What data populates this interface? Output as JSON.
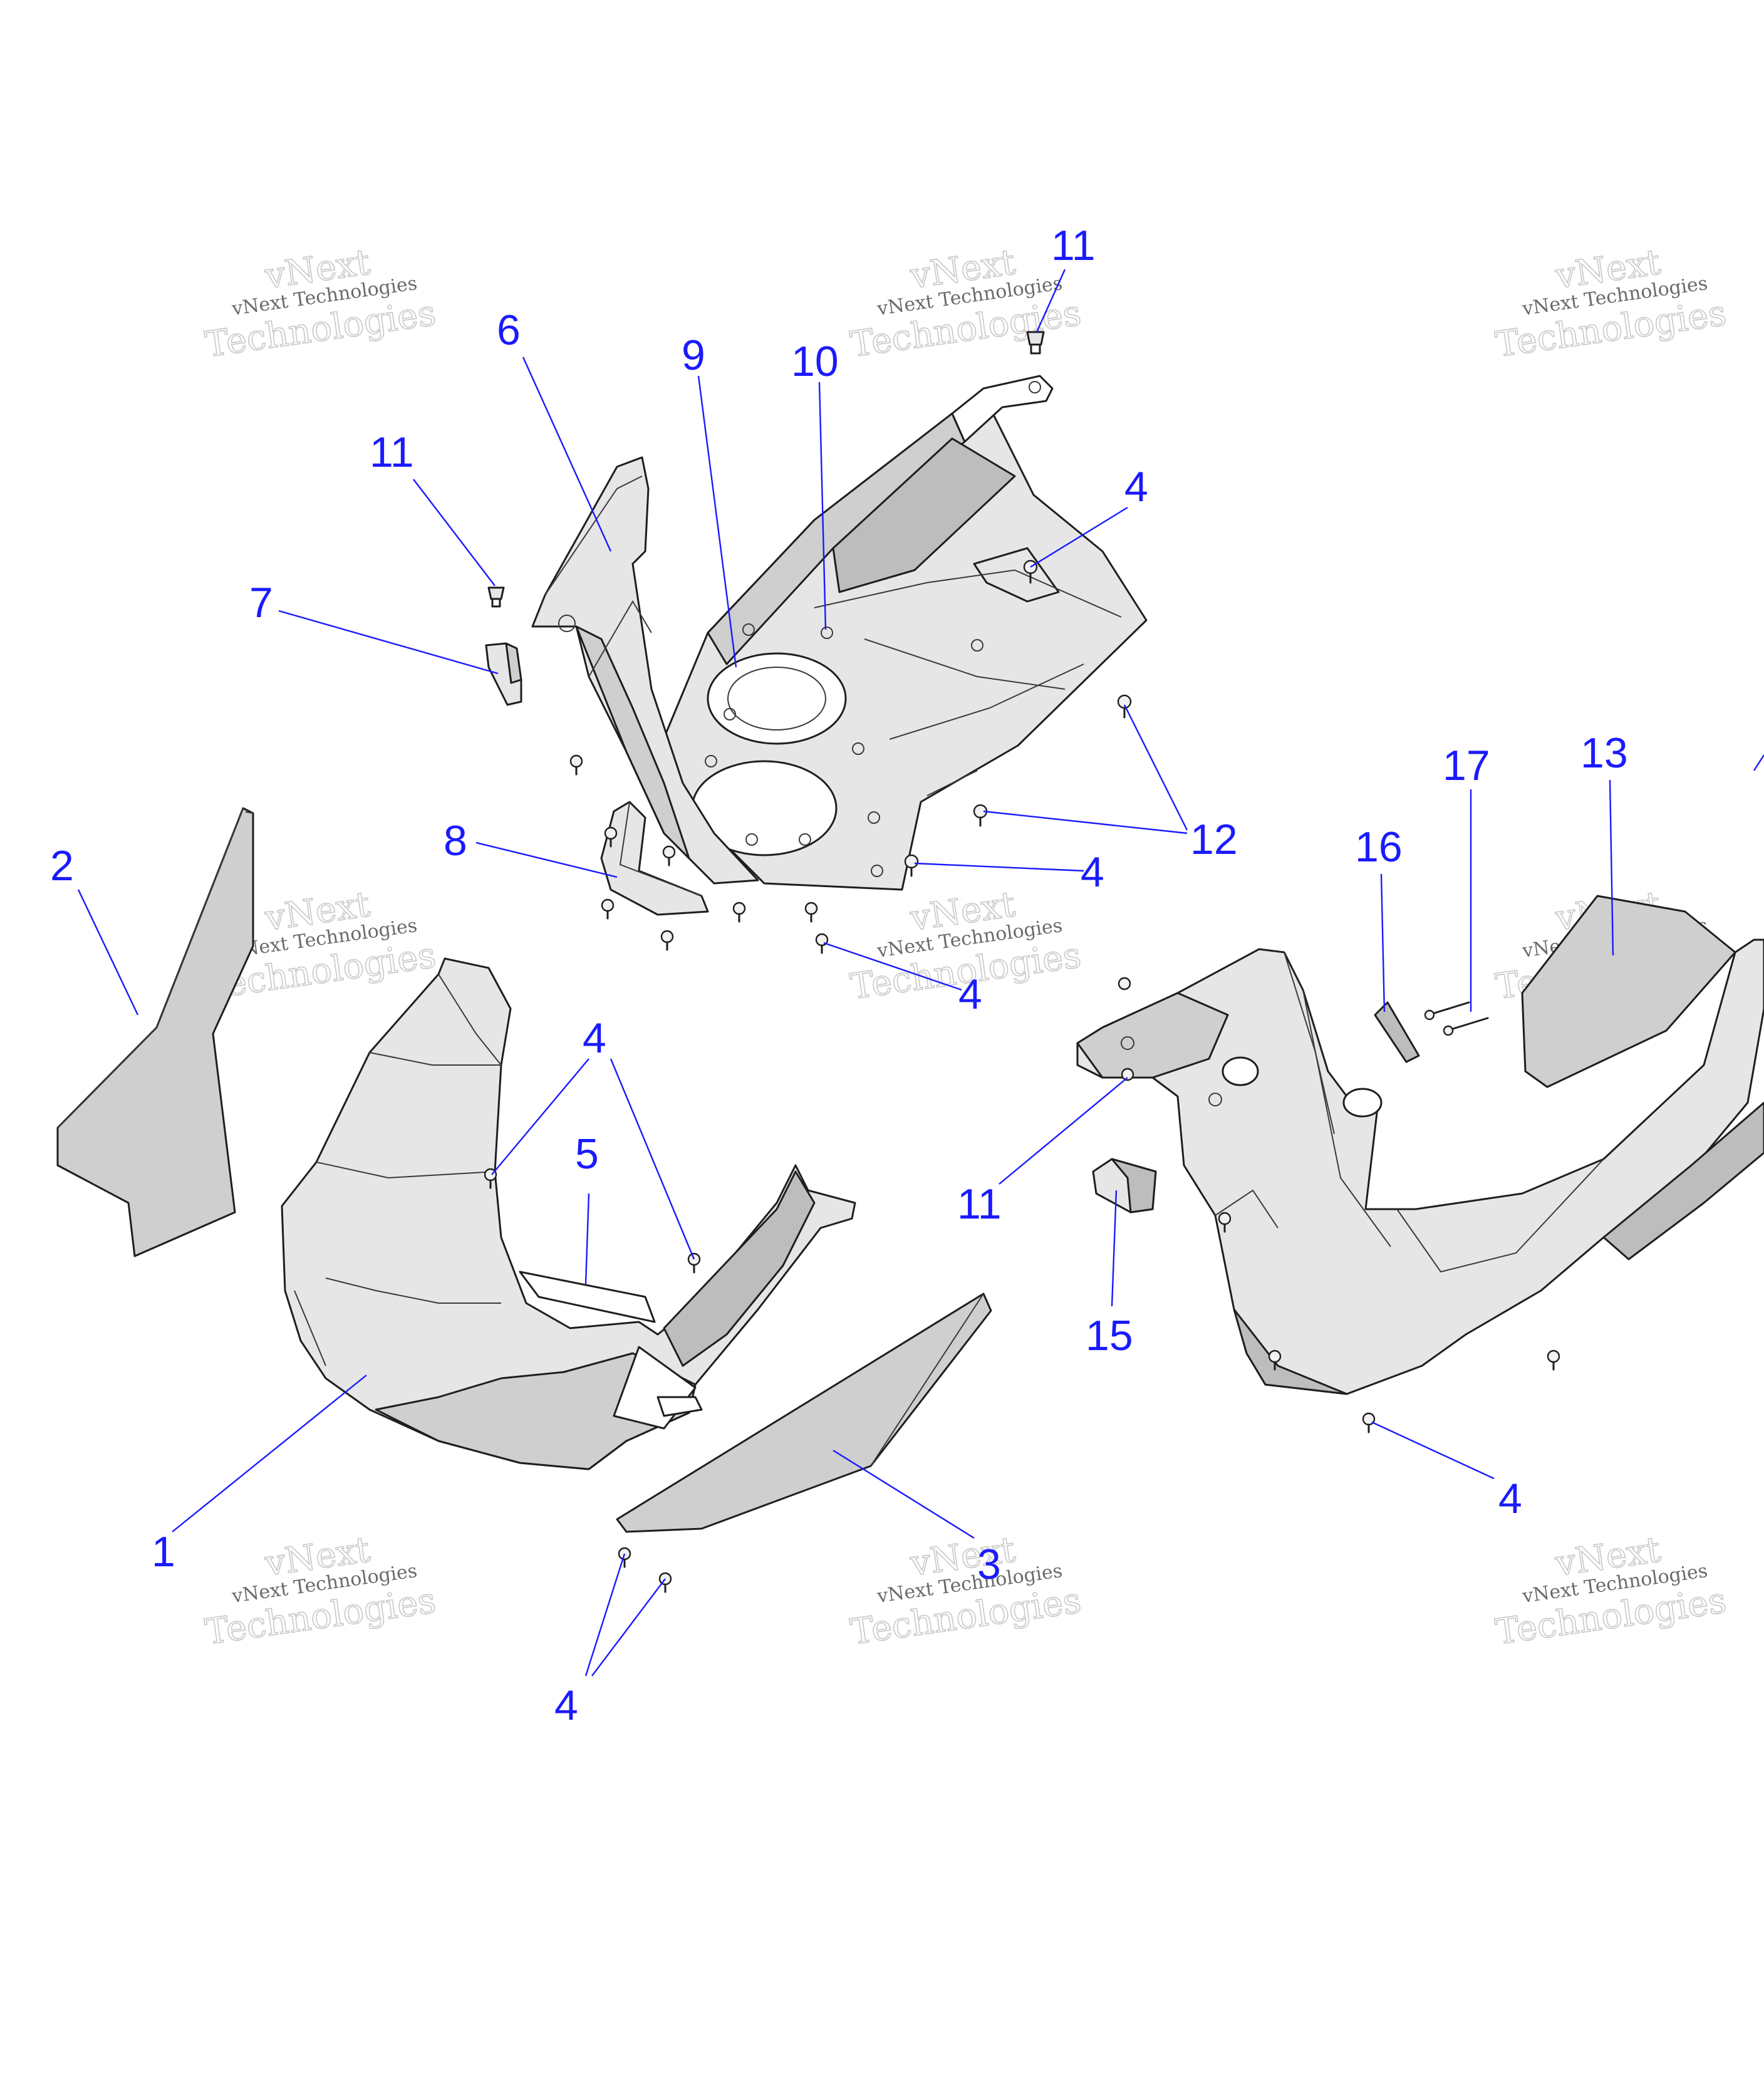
{
  "watermark": {
    "line1": "vNext",
    "line2": "vNext Technologies",
    "line3": "Technologies"
  },
  "callouts": [
    {
      "id": "c1",
      "label": "1"
    },
    {
      "id": "c2",
      "label": "2"
    },
    {
      "id": "c3",
      "label": "3"
    },
    {
      "id": "c4a",
      "label": "4"
    },
    {
      "id": "c4b",
      "label": "4"
    },
    {
      "id": "c4c",
      "label": "4"
    },
    {
      "id": "c4d",
      "label": "4"
    },
    {
      "id": "c4e",
      "label": "4"
    },
    {
      "id": "c4f",
      "label": "4"
    },
    {
      "id": "c5",
      "label": "5"
    },
    {
      "id": "c6",
      "label": "6"
    },
    {
      "id": "c7",
      "label": "7"
    },
    {
      "id": "c8",
      "label": "8"
    },
    {
      "id": "c9",
      "label": "9"
    },
    {
      "id": "c10",
      "label": "10"
    },
    {
      "id": "c11a",
      "label": "11"
    },
    {
      "id": "c11b",
      "label": "11"
    },
    {
      "id": "c11c",
      "label": "11"
    },
    {
      "id": "c12",
      "label": "12"
    },
    {
      "id": "c13",
      "label": "13"
    },
    {
      "id": "c15",
      "label": "15"
    },
    {
      "id": "c16",
      "label": "16"
    },
    {
      "id": "c17",
      "label": "17"
    }
  ],
  "colors": {
    "callout": "#1a1aff",
    "part_outline": "#1e1e1e",
    "part_fill": "#e6e6e6"
  }
}
